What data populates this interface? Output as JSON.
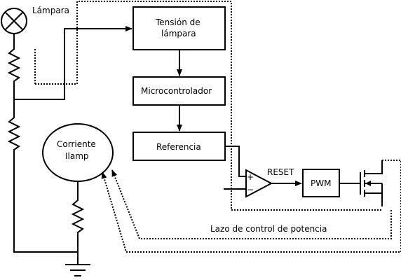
{
  "labels": {
    "lamp": "Lámpara",
    "lamp_voltage_line1": "Tensión de",
    "lamp_voltage_line2": "lámpara",
    "microcontroller": "Microcontrolador",
    "reference": "Referencia",
    "current_line1": "Corriente",
    "current_line2": "Ilamp",
    "reset": "RESET",
    "pwm": "PWM",
    "loop": "Lazo de control de potencia",
    "comparator_plus": "+",
    "comparator_minus": "−"
  }
}
